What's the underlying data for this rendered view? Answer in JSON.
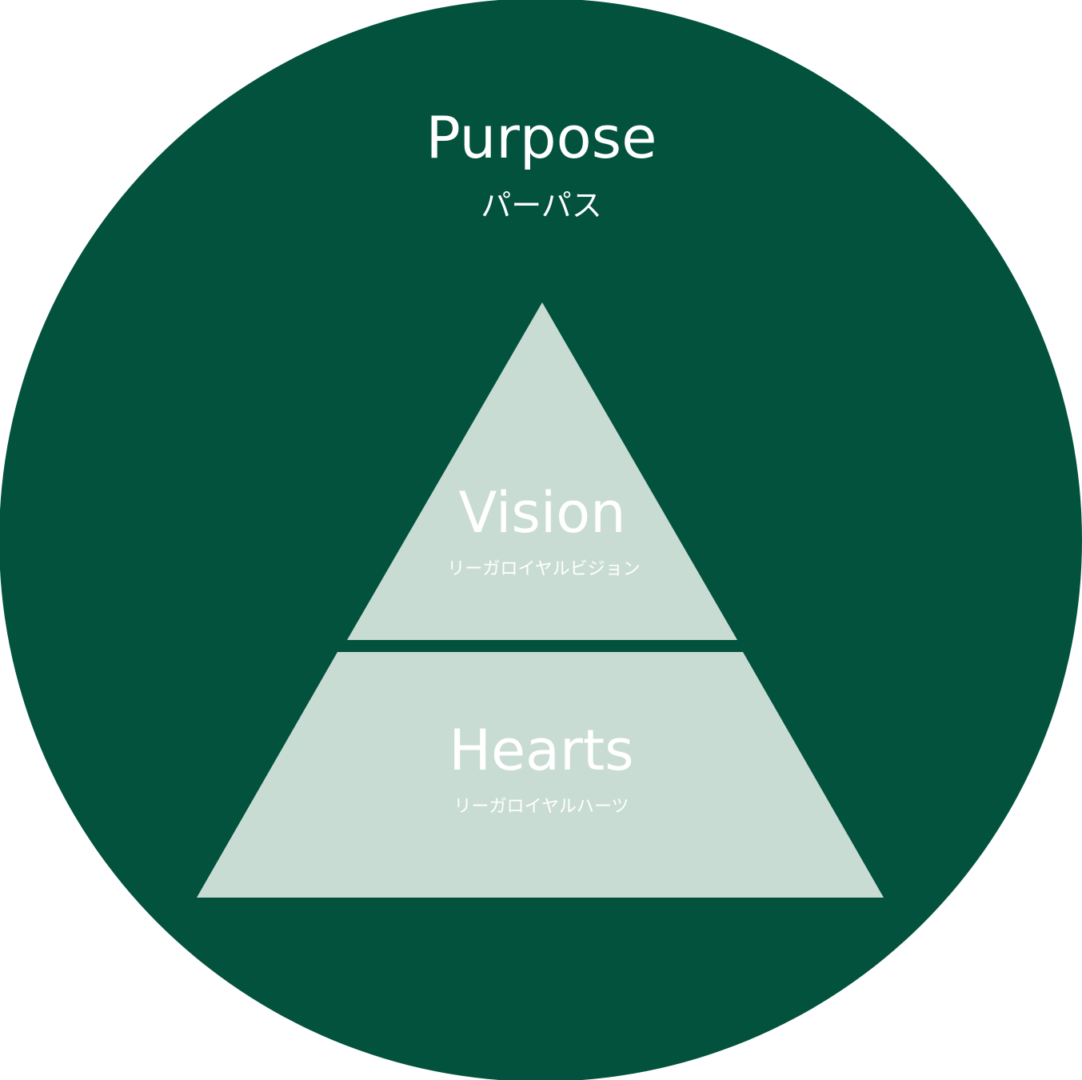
{
  "colors": {
    "circle": "#02523D",
    "pyramid": "#C9DCD4",
    "purpose_text": "#FFFFFF",
    "pyramid_text": "#FFFFFF"
  },
  "purpose": {
    "title": "Purpose",
    "subtitle": "パーパス"
  },
  "vision": {
    "title": "Vision",
    "subtitle": "リーガロイヤルビジョン"
  },
  "hearts": {
    "title": "Hearts",
    "subtitle": "リーガロイヤルハーツ"
  }
}
